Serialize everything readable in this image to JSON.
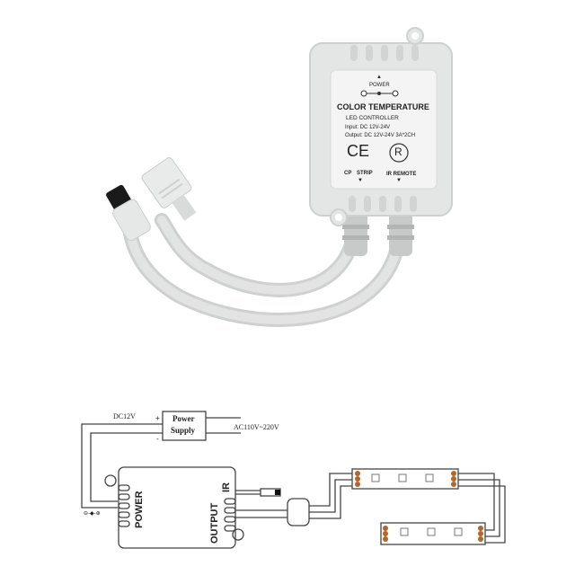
{
  "product": {
    "label": {
      "power_arrow": "▲",
      "power": "POWER",
      "title": "COLOR TEMPERATURE",
      "subtitle": "LED  CONTROLLER",
      "input": "Input: DC 12V-24V",
      "output": "Output: DC 12V-24V 3A*2CH",
      "ce_mark": "CE",
      "r_mark": "R",
      "cp": "CP",
      "strip": "STRIP",
      "ir_remote": "IR REMOTE",
      "down_arrow": "▼"
    }
  },
  "diagram": {
    "dc_label": "DC12V",
    "plus": "+",
    "minus": "-",
    "power_supply_line1": "Power",
    "power_supply_line2": "Supply",
    "ac_label": "AC110V~220V",
    "controller_power": "POWER",
    "controller_output": "OUTPUT",
    "controller_ir": "IR",
    "polarity_symbol": "⊖-◆-⊕"
  },
  "colors": {
    "housing": "#e4e6e6",
    "housing_shadow": "#c9cbcb",
    "cable": "#d8dada",
    "label_bg": "#f4f4f4",
    "led_pad": "#b5652a",
    "line": "#444444"
  }
}
